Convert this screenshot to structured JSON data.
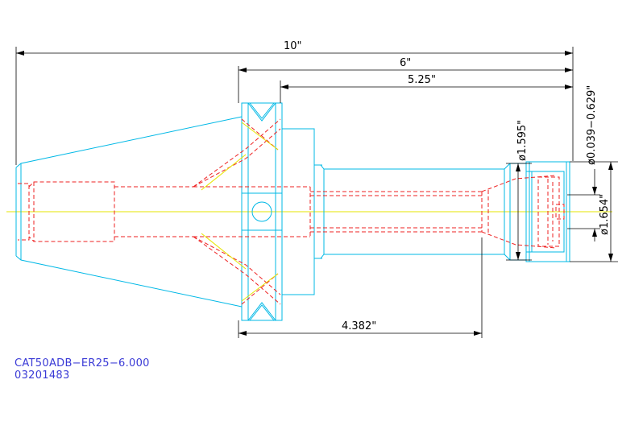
{
  "dimensions": {
    "overall_length": "10\"",
    "gage_to_end": "6\"",
    "flange_to_end": "5.25\"",
    "shank_length": "4.382\"",
    "body_diameter": "ø1.595\"",
    "nut_diameter": "ø1.654\"",
    "clamping_range": "ø0.039−0.629\""
  },
  "caption": {
    "part_name": "CAT50ADB−ER25−6.000",
    "part_number": "03201483"
  },
  "colors": {
    "outline": "#00b8e6",
    "hidden": "#ee2222",
    "centerline": "#e6e600",
    "dimension": "#000000",
    "caption": "#3a3ad6"
  }
}
